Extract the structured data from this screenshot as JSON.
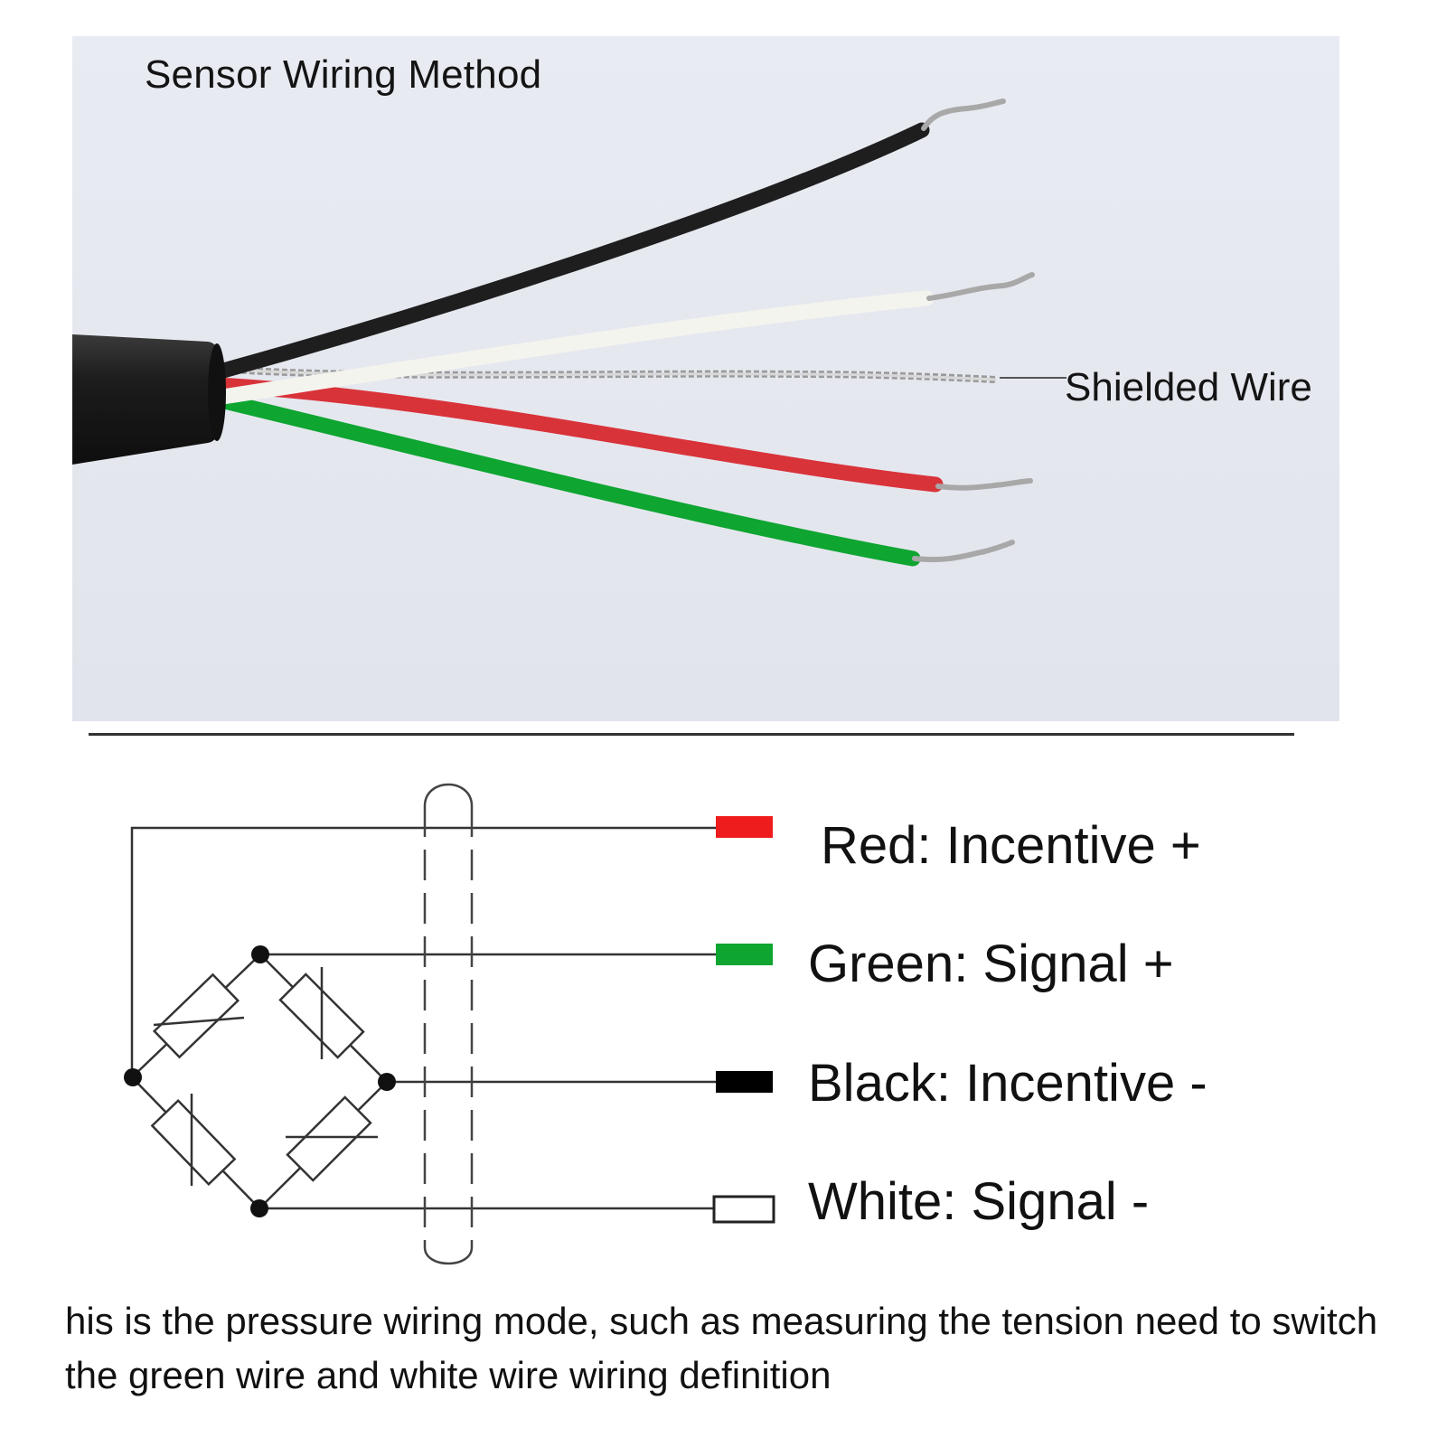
{
  "photo": {
    "title": "Sensor Wiring Method",
    "shield_label": "Shielded Wire"
  },
  "schematic": {
    "wires": [
      {
        "label": "Red: Incentive +",
        "color": "#ee1c1c"
      },
      {
        "label": "Green: Signal +",
        "color": "#0ea531"
      },
      {
        "label": "Black: Incentive -",
        "color": "#000000"
      },
      {
        "label": "White: Signal -",
        "color": "#ffffff"
      }
    ]
  },
  "footnote": "his is the pressure wiring mode, such as measuring the tension need to switch the green wire and white wire wiring definition",
  "colors": {
    "cable_jacket": "#1e1e1e",
    "photo_background": "#e7e9f1",
    "line": "#333333"
  }
}
